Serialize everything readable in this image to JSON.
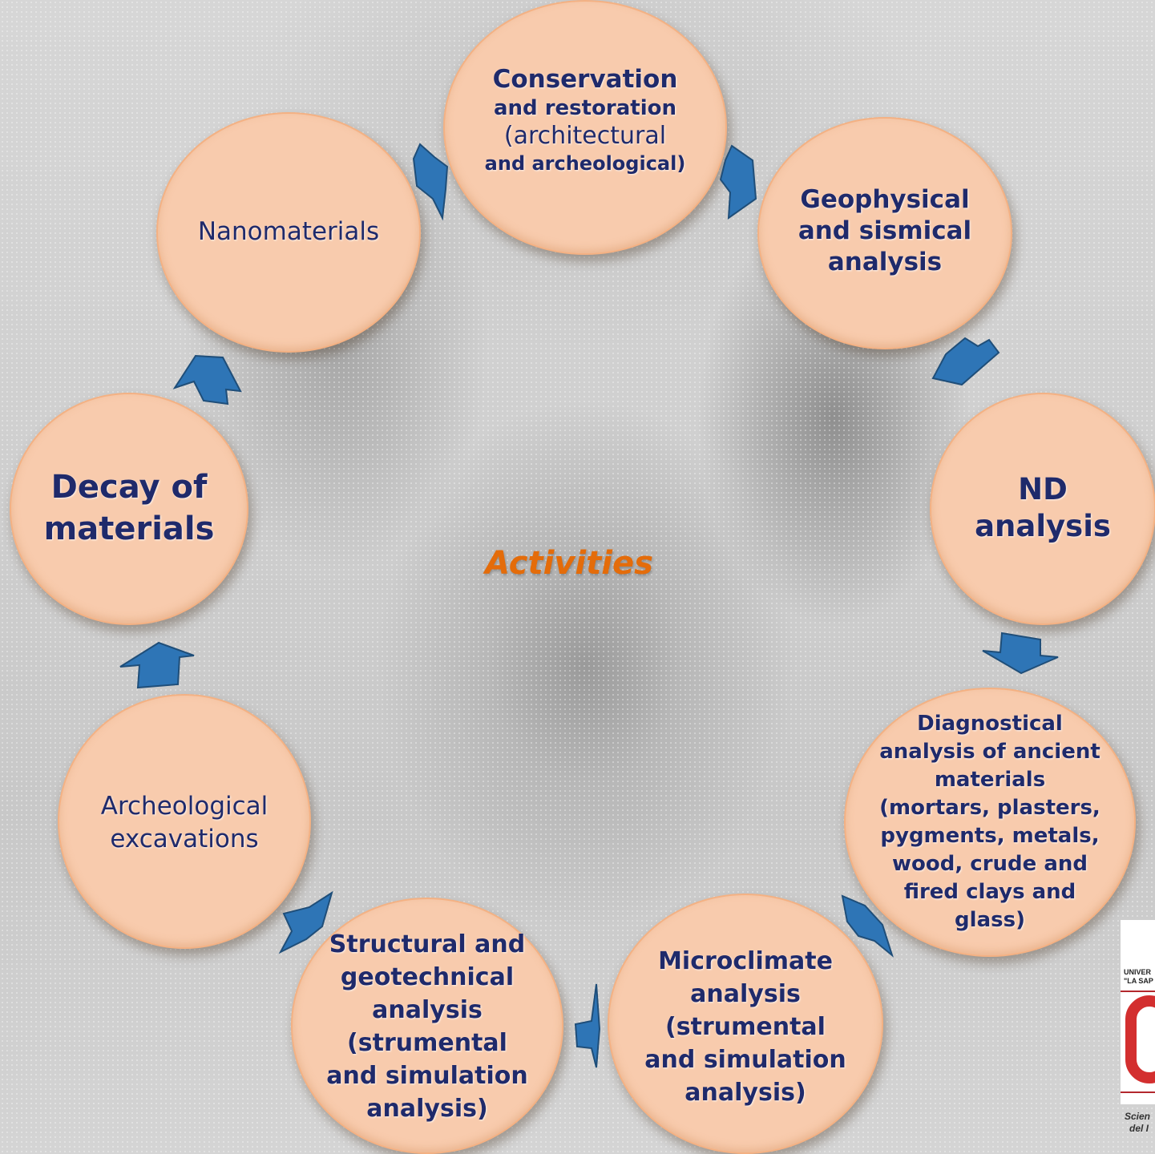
{
  "center_title": "Activities",
  "nodes": {
    "conservation": {
      "line1": "Conservation",
      "line2": "and restoration",
      "line3": "(architectural",
      "line4": "and archeological)"
    },
    "geophysical": {
      "line1": "Geophysical",
      "line2": "and sismical",
      "line3": "analysis"
    },
    "nd": {
      "line1": "ND",
      "line2": "analysis"
    },
    "diagnostical": {
      "line1": "Diagnostical",
      "line2": "analysis of ancient",
      "line3": "materials",
      "line4": "(mortars, plasters,",
      "line5": "pygments, metals,",
      "line6": "wood, crude and",
      "line7": "fired clays and",
      "line8": "glass)"
    },
    "microclimate": {
      "line1": "Microclimate",
      "line2": "analysis",
      "line3": "(strumental",
      "line4": "and simulation",
      "line5": "analysis)"
    },
    "structural": {
      "line1": "Structural  and",
      "line2": "geotechnical",
      "line3": "analysis",
      "line4": "(strumental",
      "line5": "and simulation",
      "line6": "analysis)"
    },
    "archeological": {
      "line1": "Archeological",
      "line2": "excavations"
    },
    "decay": {
      "line1": "Decay of",
      "line2": "materials"
    },
    "nanomaterials": {
      "line1": "Nanomaterials"
    }
  },
  "logo": {
    "univ_line1": "UNIVER",
    "univ_line2": "\"LA SAP",
    "caption_line1": "Scien",
    "caption_line2": "del I"
  },
  "colors": {
    "circle_fill": "#f8cbad",
    "circle_border": "#f4b183",
    "node_text": "#1f2a6b",
    "center_title": "#e46c0a",
    "arrow": "#2e75b6"
  }
}
